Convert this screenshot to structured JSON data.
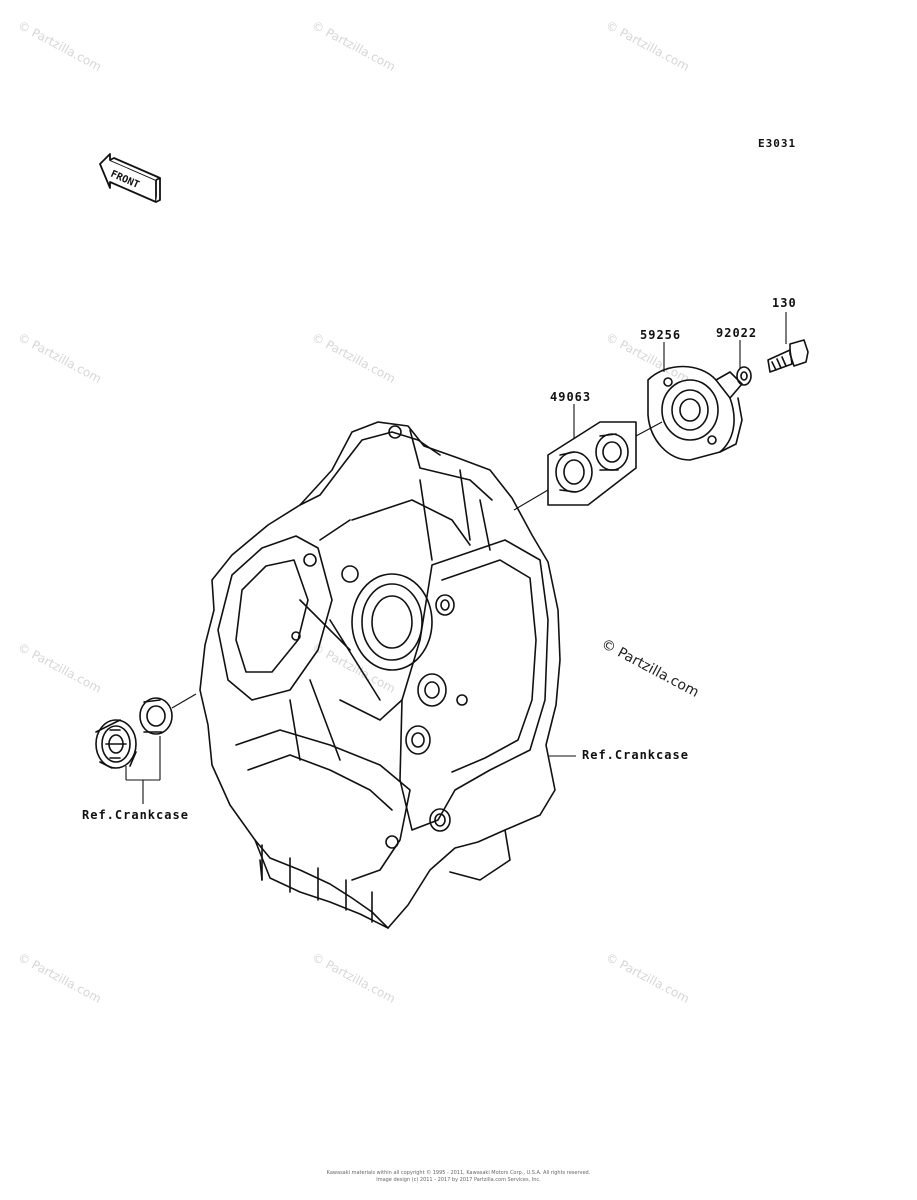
{
  "diagram_code": "E3031",
  "front_label": "FRONT",
  "parts": {
    "p130": "130",
    "p92022": "92022",
    "p59256": "59256",
    "p49063": "49063"
  },
  "refs": {
    "right": "Ref.Crankcase",
    "left": "Ref.Crankcase"
  },
  "watermark_text": "© Partzilla.com",
  "watermark_main": "© Partzilla.com",
  "footer_line1": "Kawasaki materials within all copyright © 1995 - 2011, Kawasaki Motors Corp., U.S.A. All rights reserved.",
  "footer_line2": "Image design (c) 2011 - 2017 by 2017 Partzilla.com Services, Inc."
}
